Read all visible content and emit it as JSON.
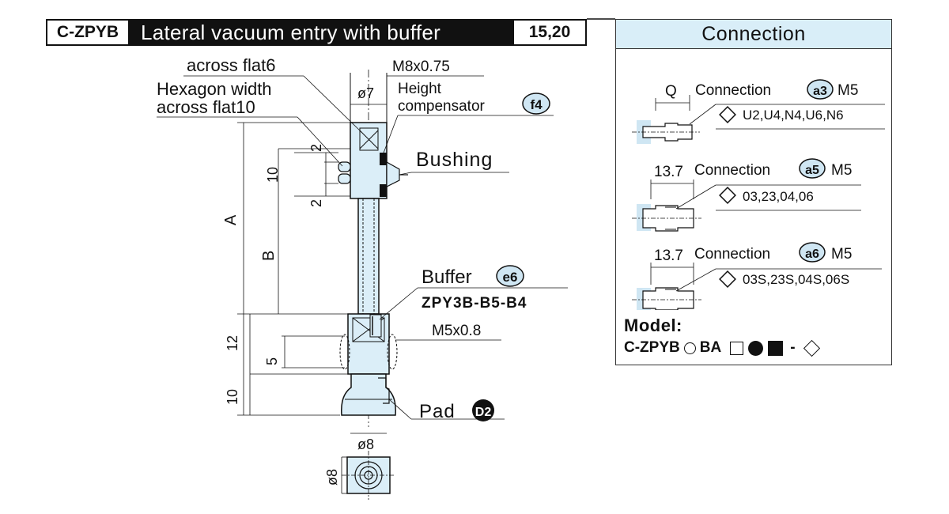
{
  "header": {
    "code": "C-ZPYB",
    "title": "Lateral vacuum entry with buffer",
    "pages": "15,20"
  },
  "drawing": {
    "across_flat": "across flat6",
    "hex_width_1": "Hexagon width",
    "hex_width_2": "across flat10",
    "thread": "M8x0.75",
    "dia_top": "ø7",
    "height_comp_1": "Height",
    "height_comp_2": "compensator",
    "height_comp_badge": "f4",
    "bushing": "Bushing",
    "dim_2a": "2",
    "dim_10a": "10",
    "dim_2b": "2",
    "dim_A": "A",
    "dim_B": "B",
    "buffer": "Buffer",
    "buffer_badge": "e6",
    "buffer_model": "ZPY3B-B5-B4",
    "dim_12": "12",
    "dim_5": "5",
    "thread_side": "M5x0.8",
    "dim_10b": "10",
    "pad": "Pad",
    "pad_badge": "D2",
    "dia_pad": "ø8",
    "dia_pad_side": "ø8"
  },
  "connection_panel": {
    "title": "Connection",
    "items": [
      {
        "dim": "Q",
        "label": "Connection",
        "badge": "a3",
        "thread": "M5",
        "options": "U2,U4,N4,U6,N6"
      },
      {
        "dim": "13.7",
        "label": "Connection",
        "badge": "a5",
        "thread": "M5",
        "options": "03,23,04,06"
      },
      {
        "dim": "13.7",
        "label": "Connection",
        "badge": "a6",
        "thread": "M5",
        "options": "03S,23S,04S,06S"
      }
    ],
    "model_label": "Model:",
    "model_prefix": "C-ZPYB",
    "model_ba": "BA",
    "model_dash": "-"
  },
  "colors": {
    "part_fill": "#dbeef8",
    "badge_fill": "#cfe6f3",
    "ink": "#111111"
  }
}
